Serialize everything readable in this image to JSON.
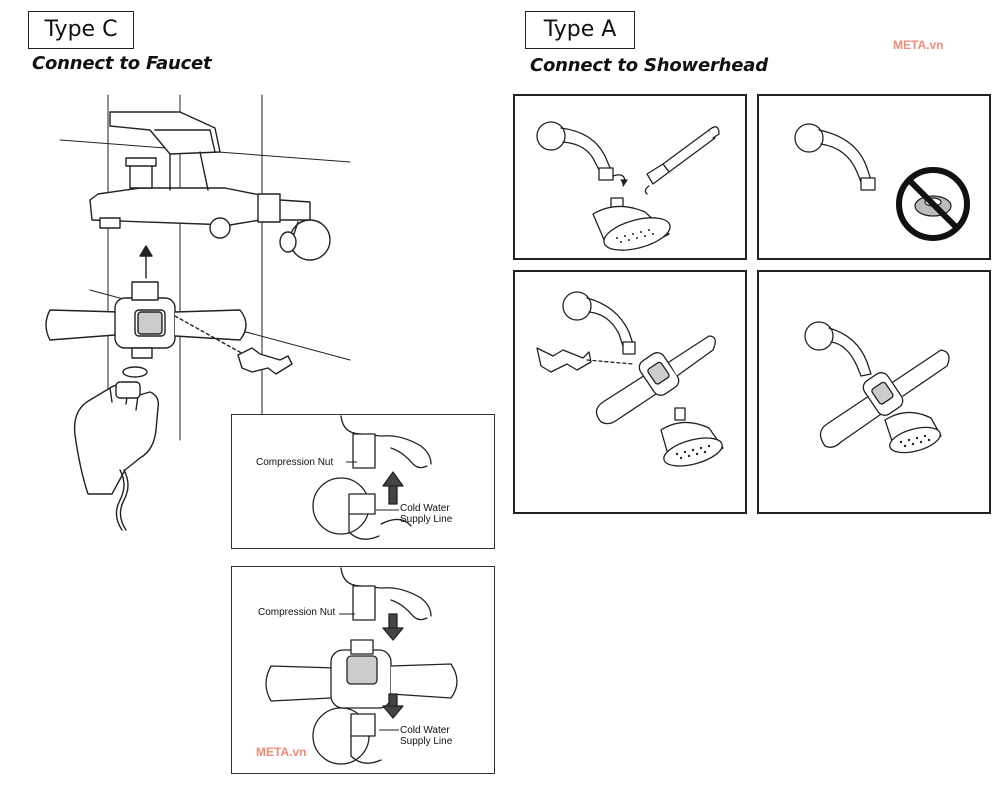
{
  "type_c": {
    "label": "Type C",
    "subtitle": "Connect to Faucet"
  },
  "type_a": {
    "label": "Type A",
    "subtitle": "Connect to Showerhead"
  },
  "watermark": "META.vn",
  "inset_top": {
    "nut_label": "Compression Nut",
    "supply_label": "Cold Water\nSupply Line"
  },
  "inset_bottom": {
    "nut_label": "Compression Nut",
    "supply_label": "Cold Water\nSupply Line"
  },
  "icons": {
    "no_symbol": "prohibited-icon",
    "wrench": "adjustable-wrench-icon",
    "spanner": "spanner-icon"
  },
  "colors": {
    "line": "#222222",
    "watermark": "#f08a7a"
  }
}
